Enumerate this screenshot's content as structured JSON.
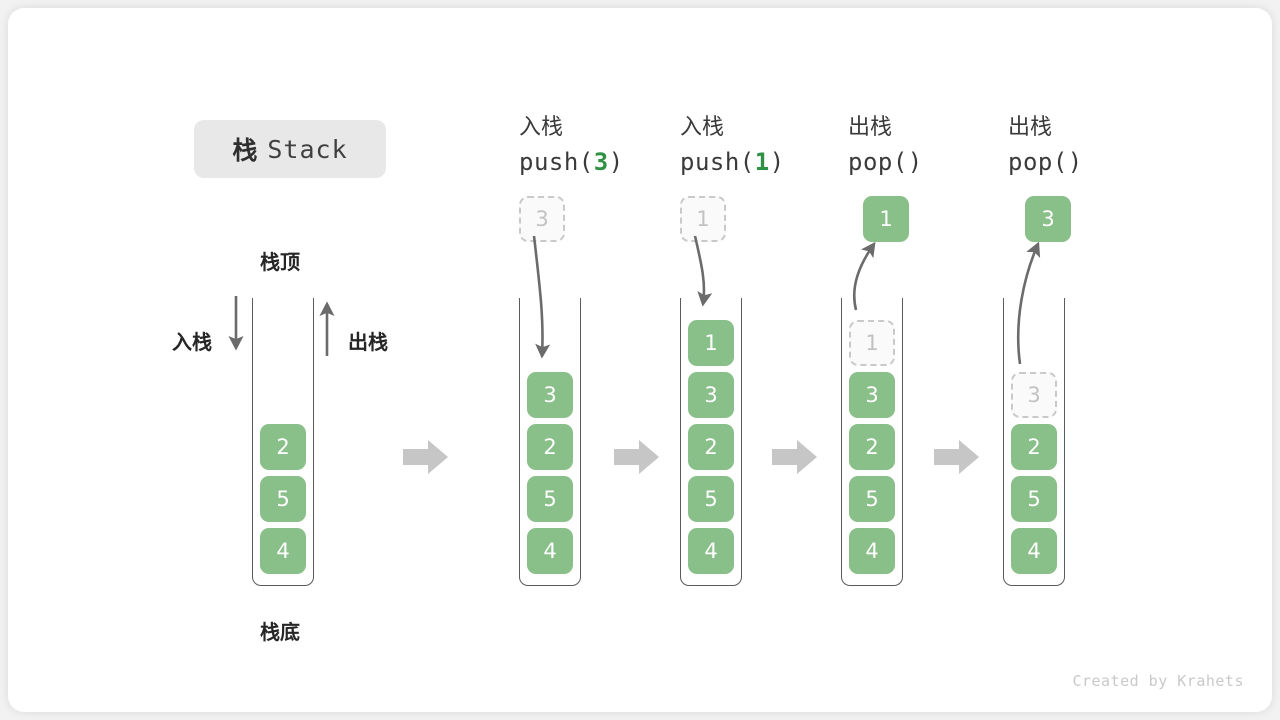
{
  "title": {
    "cn": "栈",
    "en": "Stack"
  },
  "labels": {
    "top": "栈顶",
    "bottom": "栈底",
    "push_side": "入栈",
    "pop_side": "出栈"
  },
  "credit": "Created by Krahets",
  "colors": {
    "cell_fill": "#89bf89",
    "cell_text": "#ffffff",
    "ghost_border": "#c9c9c9",
    "ghost_text": "#c2c2c2",
    "arg_green": "#2e9144",
    "tube_border": "#5a5a5a",
    "step_arrow": "#c6c6c6",
    "badge_bg": "#e8e8e8"
  },
  "columns": [
    {
      "id": "initial",
      "head_cn": "",
      "head_code": "",
      "head_arg": "",
      "stack": [
        "2",
        "5",
        "4"
      ],
      "floating": null,
      "ghost_in_stack": null
    },
    {
      "id": "push-3",
      "head_cn": "入栈",
      "head_code_prefix": "push(",
      "head_arg": "3",
      "head_code_suffix": ")",
      "stack": [
        "3",
        "2",
        "5",
        "4"
      ],
      "floating": {
        "value": "3",
        "style": "ghost"
      },
      "arrow_dir": "down"
    },
    {
      "id": "push-1",
      "head_cn": "入栈",
      "head_code_prefix": "push(",
      "head_arg": "1",
      "head_code_suffix": ")",
      "stack": [
        "1",
        "3",
        "2",
        "5",
        "4"
      ],
      "floating": {
        "value": "1",
        "style": "ghost"
      },
      "arrow_dir": "down"
    },
    {
      "id": "pop-1",
      "head_cn": "出栈",
      "head_code_prefix": "pop(",
      "head_arg": "",
      "head_code_suffix": ")",
      "stack": [
        "3",
        "2",
        "5",
        "4"
      ],
      "ghost_in_stack": "1",
      "floating": {
        "value": "1",
        "style": "solid"
      },
      "arrow_dir": "up"
    },
    {
      "id": "pop-3",
      "head_cn": "出栈",
      "head_code_prefix": "pop(",
      "head_arg": "",
      "head_code_suffix": ")",
      "stack": [
        "2",
        "5",
        "4"
      ],
      "ghost_in_stack": "3",
      "floating": {
        "value": "3",
        "style": "solid"
      },
      "arrow_dir": "up"
    }
  ]
}
